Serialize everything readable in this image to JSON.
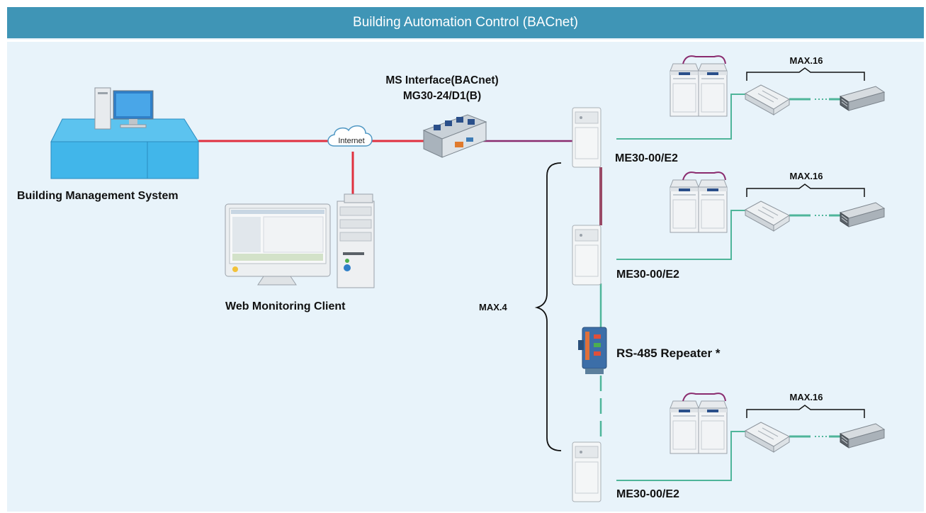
{
  "header": {
    "title": "Building Automation Control (BACnet)"
  },
  "labels": {
    "bms": "Building Management System",
    "web_client": "Web Monitoring Client",
    "internet": "Internet",
    "interface_line1": "MS Interface(BACnet)",
    "interface_line2": "MG30-24/D1(B)",
    "controller_1": "ME30-00/E2",
    "controller_2": "ME30-00/E2",
    "controller_3": "ME30-00/E2",
    "repeater": "RS-485 Repeater *",
    "max_controllers": "MAX.4",
    "max_units_1": "MAX.16",
    "max_units_2": "MAX.16",
    "max_units_3": "MAX.16"
  },
  "colors": {
    "header_bg": "#3f95b6",
    "background": "#e8f3fa",
    "internet_line": "#e0303f",
    "bacnet_line": "#8a2b6e",
    "rs485_line": "#4fb59a",
    "controller_link": "#9a4a66"
  }
}
